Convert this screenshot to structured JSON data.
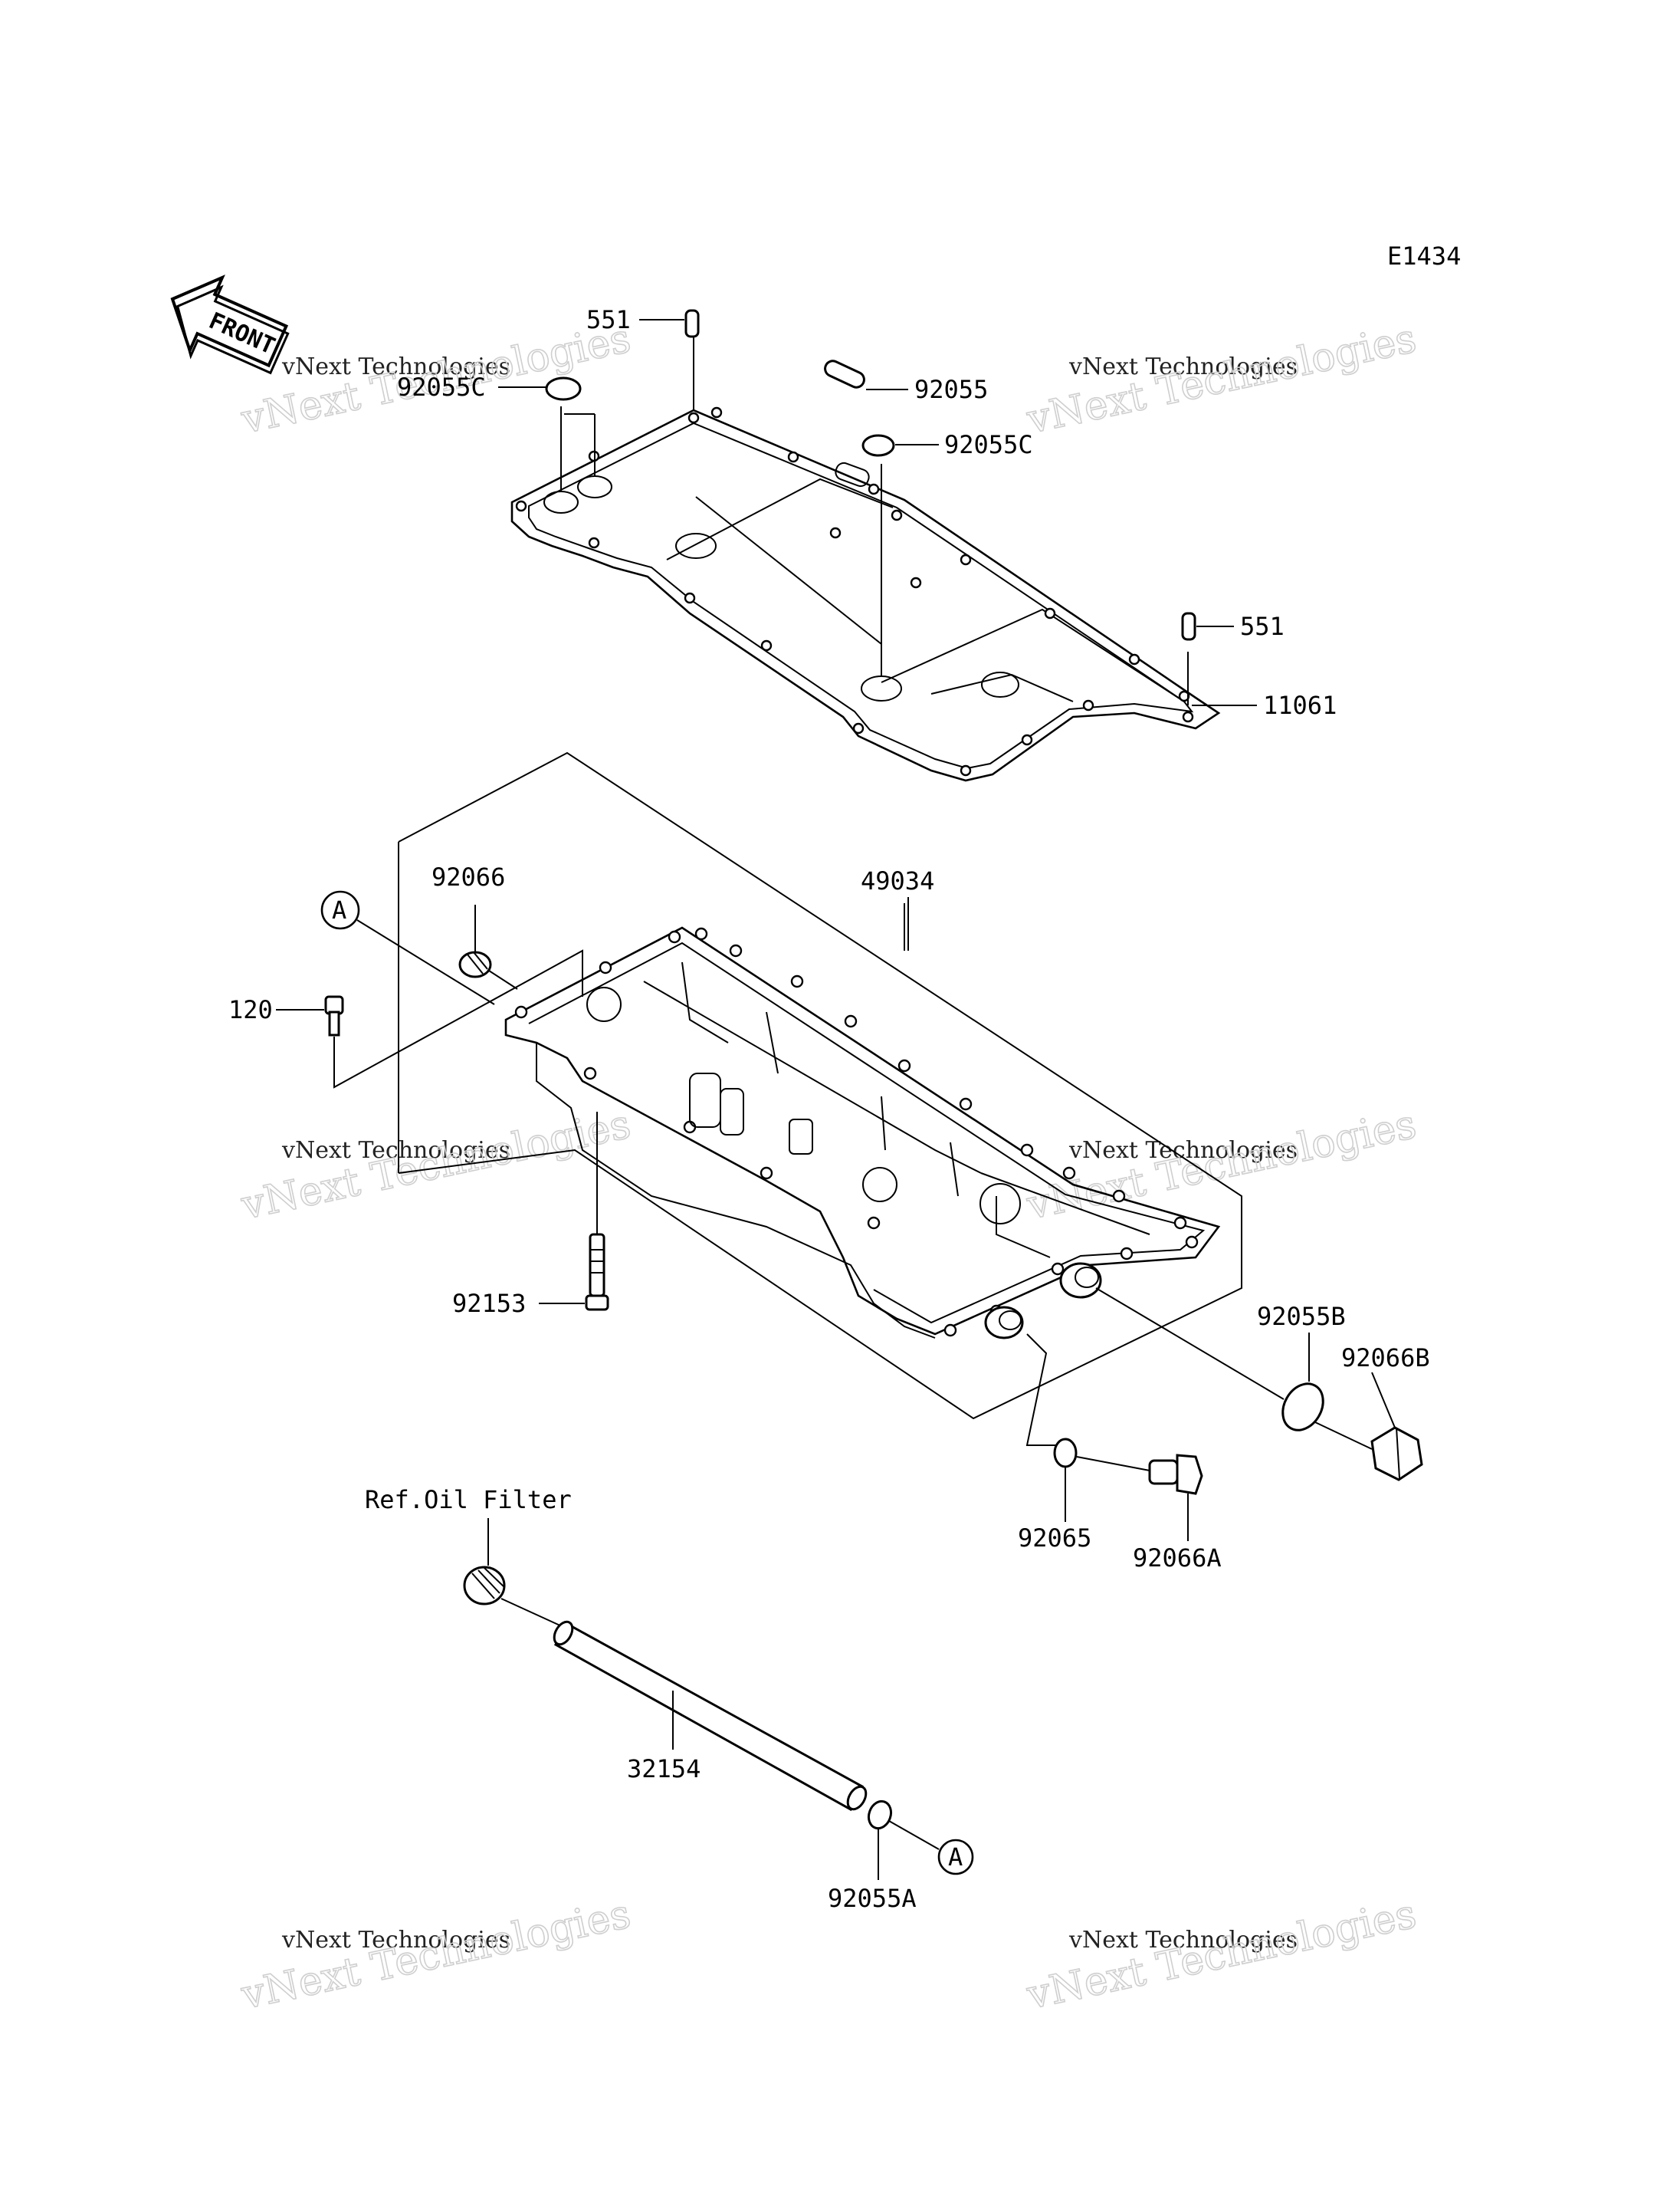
{
  "diagram": {
    "code": "E1434",
    "front_label": "FRONT",
    "ref_note": "Ref.Oil Filter",
    "ref_marker": "A",
    "watermark_line1": "vNext Technologies",
    "watermark_line2": "vNext Technologies",
    "parts": {
      "p551_top": "551",
      "p92055C_left": "92055C",
      "p92055": "92055",
      "p92055C": "92055C",
      "p551_right": "551",
      "p11061": "11061",
      "p92066": "92066",
      "p49034": "49034",
      "p120": "120",
      "p92153": "92153",
      "p92055B": "92055B",
      "p92066B": "92066B",
      "p92065": "92065",
      "p92066A": "92066A",
      "p32154": "32154",
      "p92055A": "92055A"
    }
  }
}
